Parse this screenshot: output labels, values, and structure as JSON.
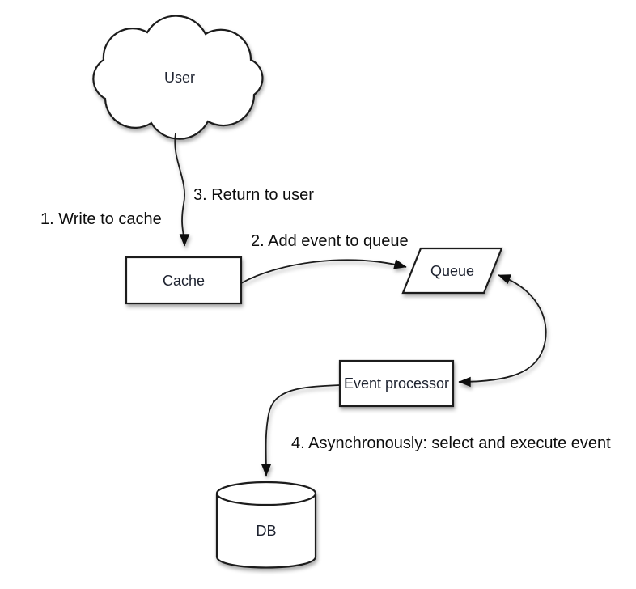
{
  "diagram": {
    "background": "#ffffff",
    "stroke_color": "#1a1a1a",
    "node_fill": "#ffffff",
    "text_color": "#0d0d0d",
    "nodes": {
      "user": {
        "label": "User",
        "shape": "cloud"
      },
      "cache": {
        "label": "Cache",
        "shape": "rectangle"
      },
      "queue": {
        "label": "Queue",
        "shape": "parallelogram"
      },
      "event_processor": {
        "label": "Event processor",
        "shape": "rectangle"
      },
      "db": {
        "label": "DB",
        "shape": "cylinder"
      }
    },
    "steps": {
      "step1": {
        "label": "1. Write to cache"
      },
      "step2": {
        "label": "2. Add event to queue"
      },
      "step3": {
        "label": "3. Return to user"
      },
      "step4": {
        "label": "4. Asynchronously: select and execute event"
      }
    },
    "edges": [
      {
        "from": "user",
        "to": "cache",
        "style": "wavy-arrow"
      },
      {
        "from": "cache",
        "to": "queue",
        "style": "curved-arrow"
      },
      {
        "from": "queue",
        "to": "event_processor",
        "style": "curved-arrow",
        "bidirectional": true
      },
      {
        "from": "event_processor",
        "to": "db",
        "style": "curved-arrow"
      }
    ]
  }
}
